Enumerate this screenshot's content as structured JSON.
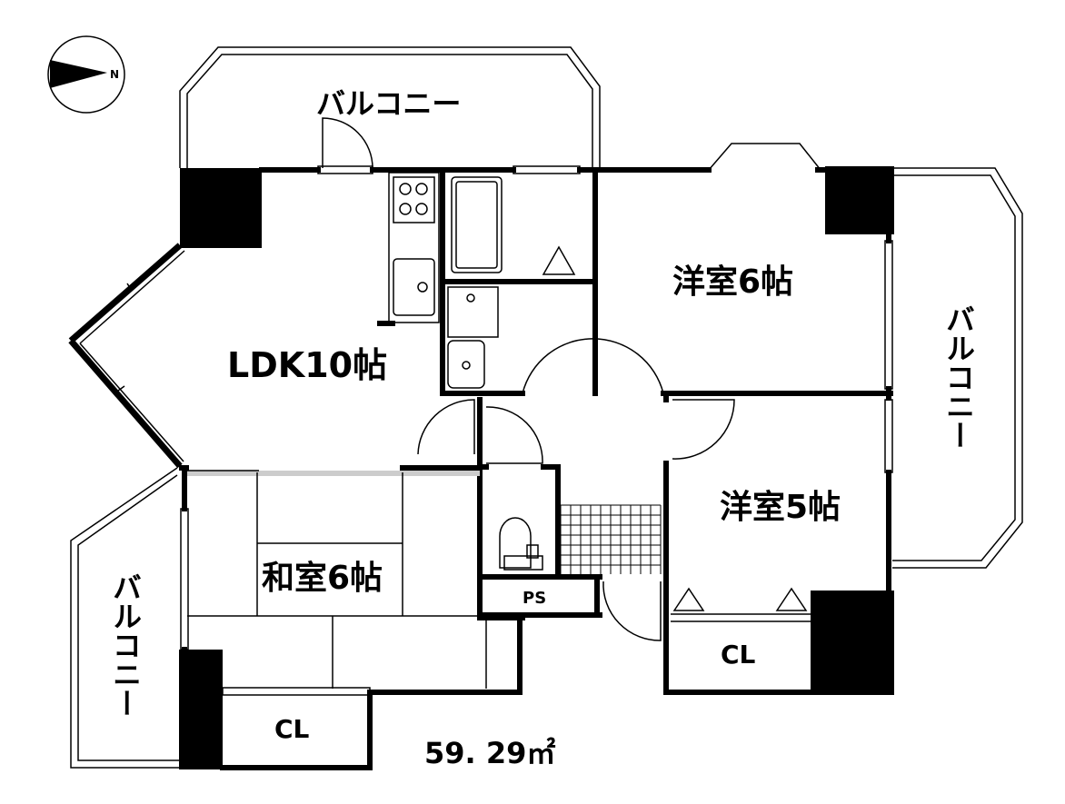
{
  "plan": {
    "area": "59. 29㎡",
    "compass_label": "N",
    "rooms": {
      "ldk": "LDK10帖",
      "western_a": "洋室6帖",
      "western_b": "洋室5帖",
      "japanese": "和室6帖"
    },
    "closets": {
      "cl_japanese": "CL",
      "cl_western": "CL",
      "ps": "PS"
    },
    "balconies": {
      "top": "バルコニー",
      "right": "バルコニー",
      "left": "バルコニー"
    }
  }
}
